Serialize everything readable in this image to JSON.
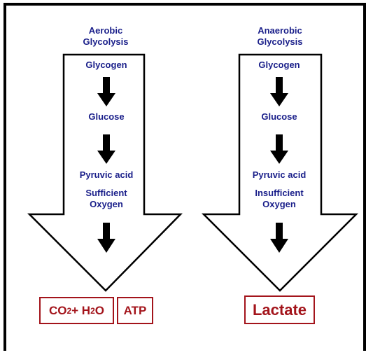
{
  "left": {
    "title_line1": "Aerobic",
    "title_line2": "Glycolysis",
    "step1": "Glycogen",
    "step2": "Glucose",
    "step3": "Pyruvic acid",
    "condition_line1": "Sufficient",
    "condition_line2": "Oxygen",
    "products": {
      "co2": "CO",
      "co2_sub": "2",
      "plus": " + H",
      "h2o_sub": "2",
      "h2o_o": "O",
      "atp": "ATP"
    }
  },
  "right": {
    "title_line1": "Anaerobic",
    "title_line2": "Glycolysis",
    "step1": "Glycogen",
    "step2": "Glucose",
    "step3": "Pyruvic acid",
    "condition_line1": "Insufficient",
    "condition_line2": "Oxygen",
    "product": "Lactate"
  },
  "colors": {
    "label_text": "#1a1f8a",
    "product_text": "#a3141b",
    "arrow_outline": "#000000"
  }
}
